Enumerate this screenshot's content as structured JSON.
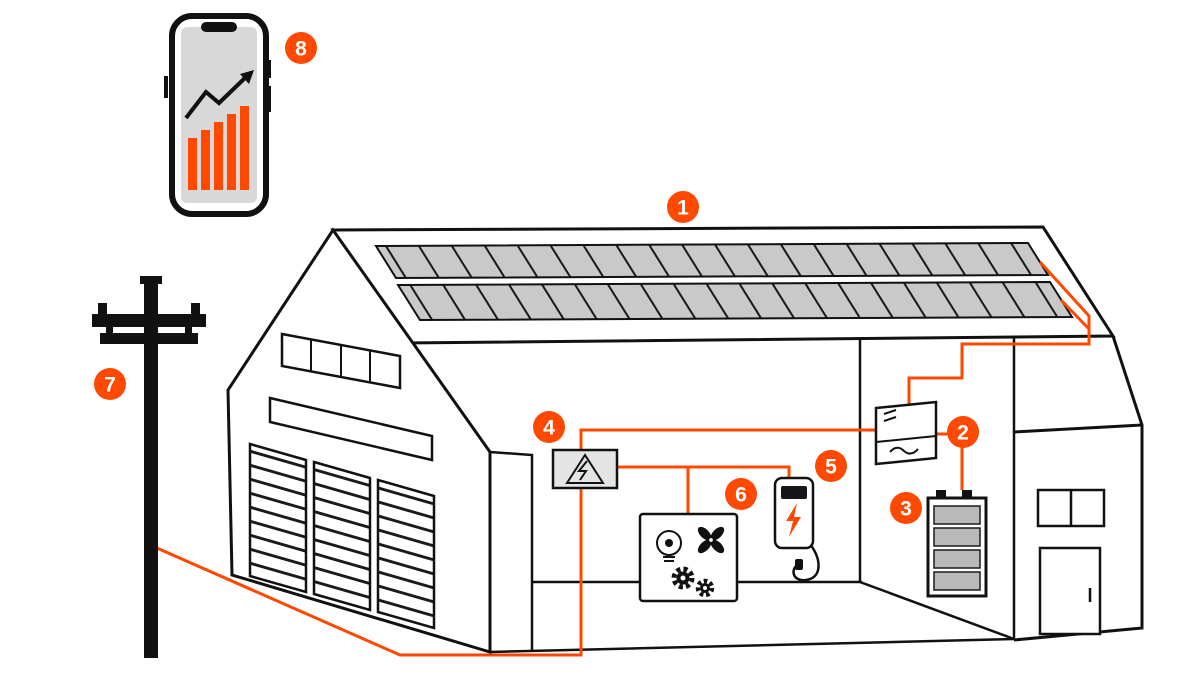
{
  "diagram": {
    "colors": {
      "accent": "#FF4800",
      "outline": "#111111",
      "panel_gray": "#c9c9c9",
      "phone_screen_gray": "#d8d8d8",
      "equipment_gray": "#e4e4e4"
    },
    "badges": [
      {
        "number": "1",
        "component": "solar-panel-array"
      },
      {
        "number": "2",
        "component": "inverter"
      },
      {
        "number": "3",
        "component": "battery-storage"
      },
      {
        "number": "4",
        "component": "distribution-box"
      },
      {
        "number": "5",
        "component": "ev-charger"
      },
      {
        "number": "6",
        "component": "appliances-loads"
      },
      {
        "number": "7",
        "component": "utility-grid-pole"
      },
      {
        "number": "8",
        "component": "monitoring-app-phone"
      }
    ]
  }
}
